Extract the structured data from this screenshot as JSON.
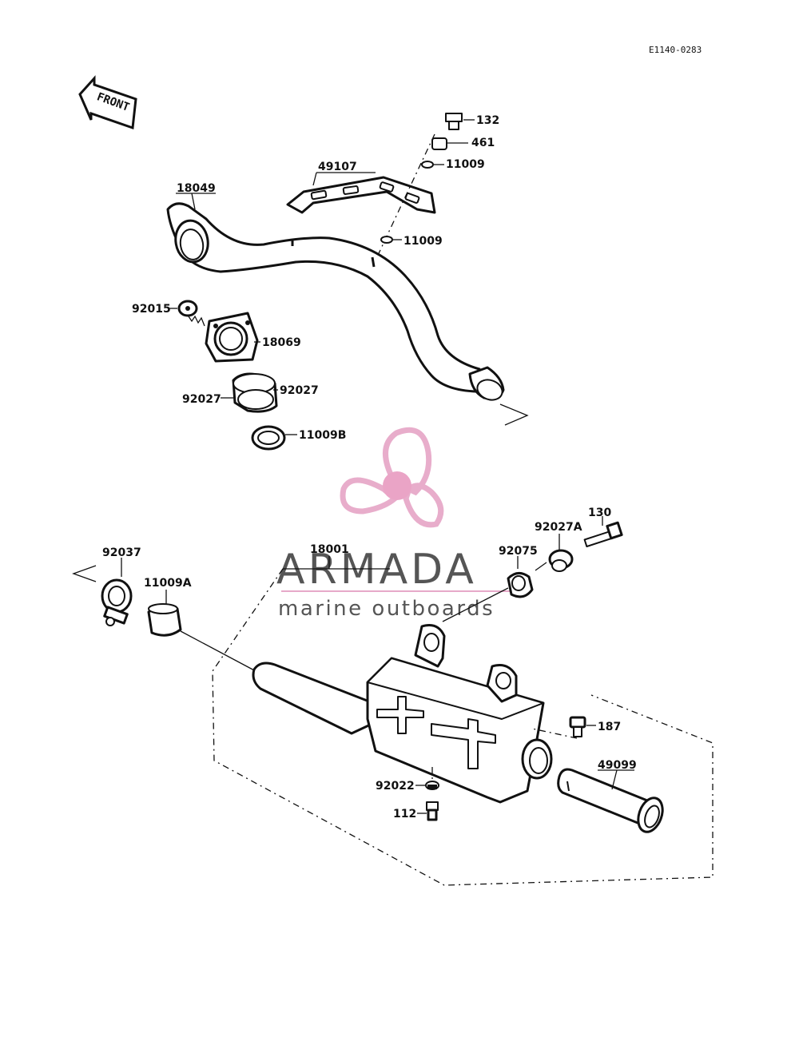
{
  "diagram_code": "E1140-0283",
  "front_label": "FRONT",
  "watermark": {
    "brand": "ARMADA",
    "tagline": "marine outboards",
    "logo_color": "#e7a9c9",
    "logo_center_color": "#e9a0c4"
  },
  "parts": {
    "p132": "132",
    "p461": "461",
    "p11009_top": "11009",
    "p49107": "49107",
    "p18049": "18049",
    "p11009_mid": "11009",
    "p92015": "92015",
    "p18069": "18069",
    "p92027_left": "92027",
    "p92027_right": "92027",
    "p11009B": "11009B",
    "p130": "130",
    "p92027A": "92027A",
    "p92037": "92037",
    "p18001": "18001",
    "p92075": "92075",
    "p11009A": "11009A",
    "p187": "187",
    "p49099": "49099",
    "p92022": "92022",
    "p112": "112"
  }
}
